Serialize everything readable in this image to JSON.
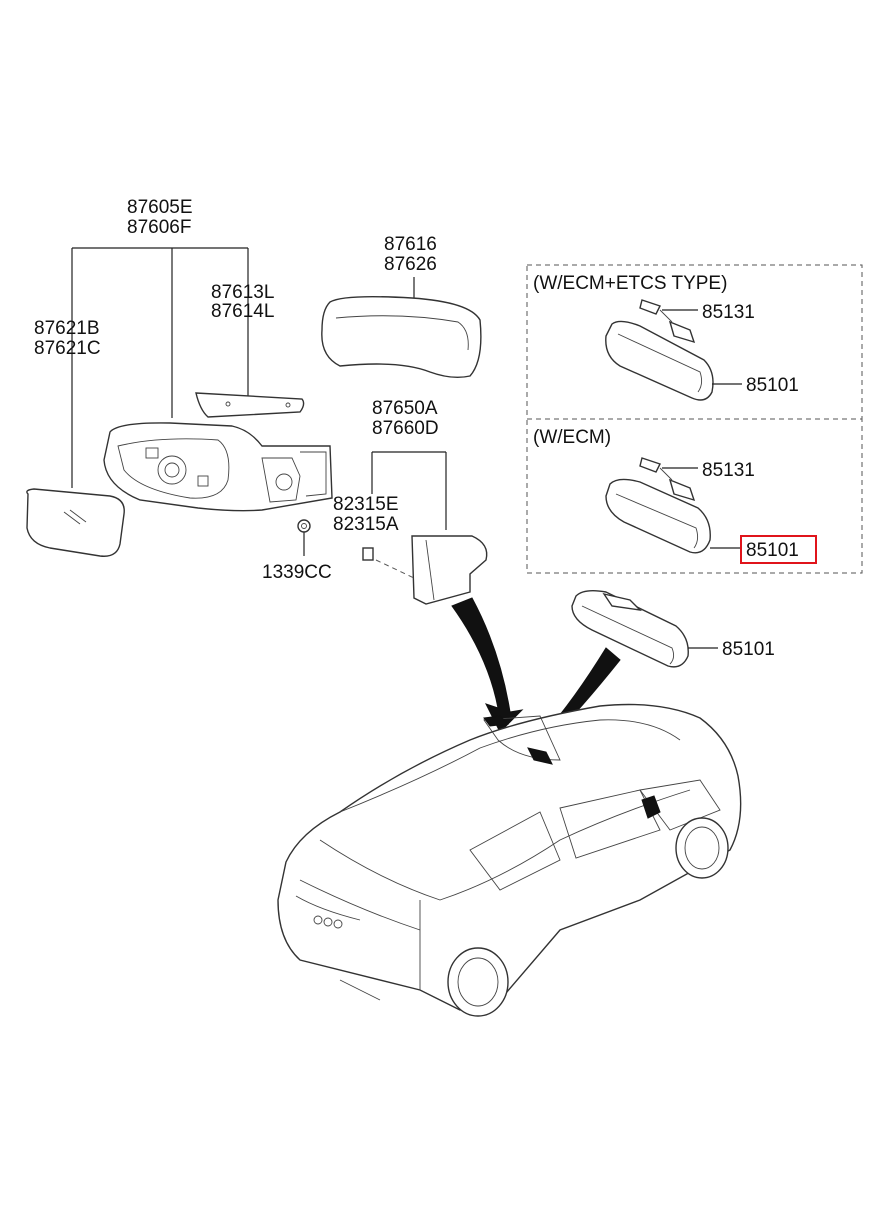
{
  "labels": {
    "mirror_assy": [
      "87605E",
      "87606F"
    ],
    "mirror_glass": [
      "87621B",
      "87621C"
    ],
    "lamp": [
      "87613L",
      "87614L"
    ],
    "scalp_cover": [
      "87616",
      "87626"
    ],
    "garnish": [
      "87650A",
      "87660D"
    ],
    "screw": [
      "82315E",
      "82315A"
    ],
    "nut": "1339CC",
    "cover_ecm_etcs": "85131",
    "inside_mirror_ecm_etcs": "85101",
    "cover_ecm": "85131",
    "inside_mirror_ecm": "85101",
    "inside_mirror_std": "85101"
  },
  "boxes": {
    "ecm_etcs_title": "(W/ECM+ETCS TYPE)",
    "ecm_title": "(W/ECM)"
  },
  "highlight": {
    "color": "#e0141b",
    "part": "85101"
  }
}
